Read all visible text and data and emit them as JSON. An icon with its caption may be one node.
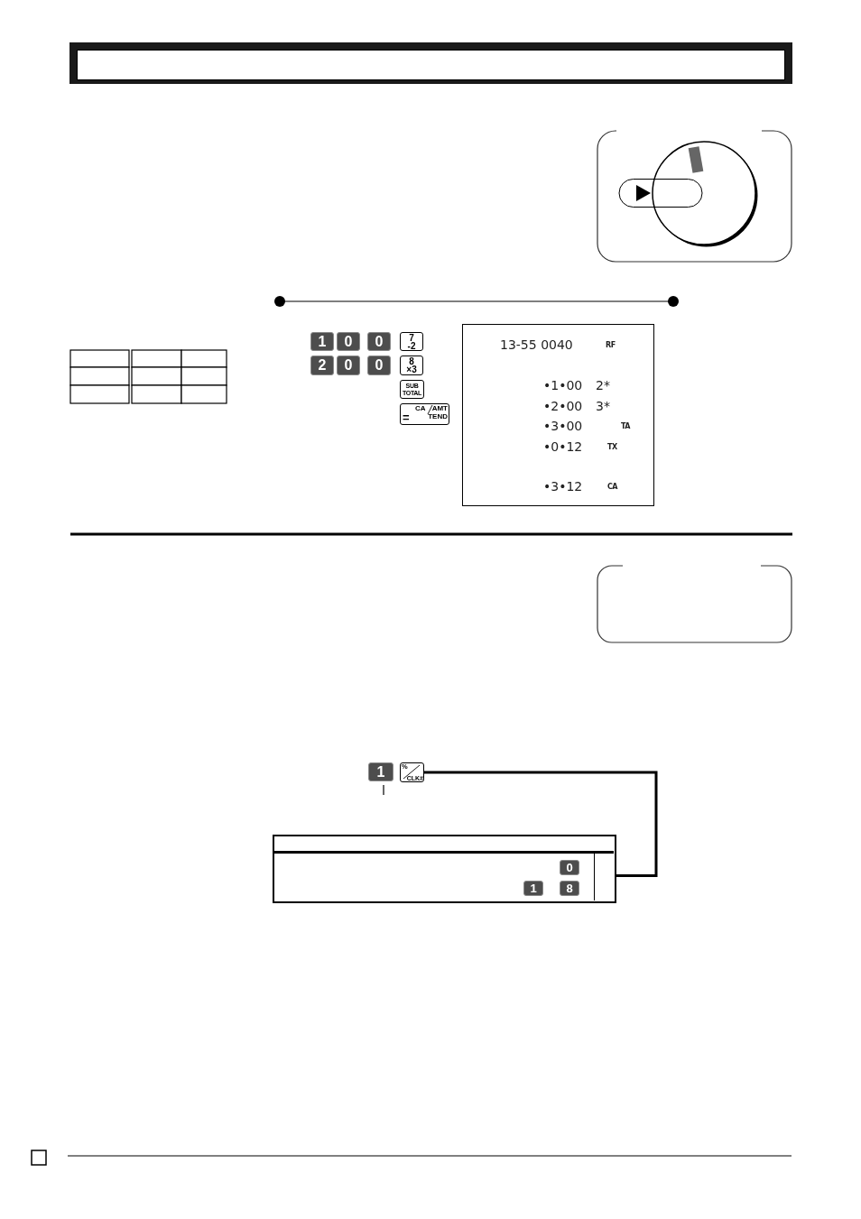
{
  "diagram": {
    "nodes": [
      {
        "text": [
          "1"
        ]
      },
      {
        "text": [
          "0"
        ]
      },
      {
        "text": [
          "0"
        ]
      },
      {
        "text": [
          "7",
          "-2"
        ]
      },
      {
        "text": [
          "2"
        ]
      },
      {
        "text": [
          "0"
        ]
      },
      {
        "text": [
          "0"
        ]
      },
      {
        "text": [
          "8",
          "×3"
        ]
      },
      {
        "text": [
          "SUB TOTAL"
        ]
      },
      {
        "text": [
          "=",
          "CA",
          "AMT TEND"
        ]
      },
      {
        "text": [
          "13-55 0040",
          "RF",
          "•1•00",
          "2*",
          "•2•00",
          "3*",
          "•3•00",
          "TA",
          "•0•12",
          "TX",
          "•3•12",
          "CA"
        ]
      },
      {
        "text": [
          "1"
        ]
      },
      {
        "text": [
          "%",
          "CLK#"
        ]
      },
      {
        "text": [],
        "shape": "box"
      },
      {
        "text": [
          "0"
        ],
        "in": 13
      },
      {
        "text": [
          "1"
        ],
        "in": 13
      },
      {
        "text": [
          "8"
        ],
        "in": 13
      }
    ],
    "edges": [
      {
        "from": 12,
        "to": 13,
        "arrow": "none"
      }
    ]
  }
}
